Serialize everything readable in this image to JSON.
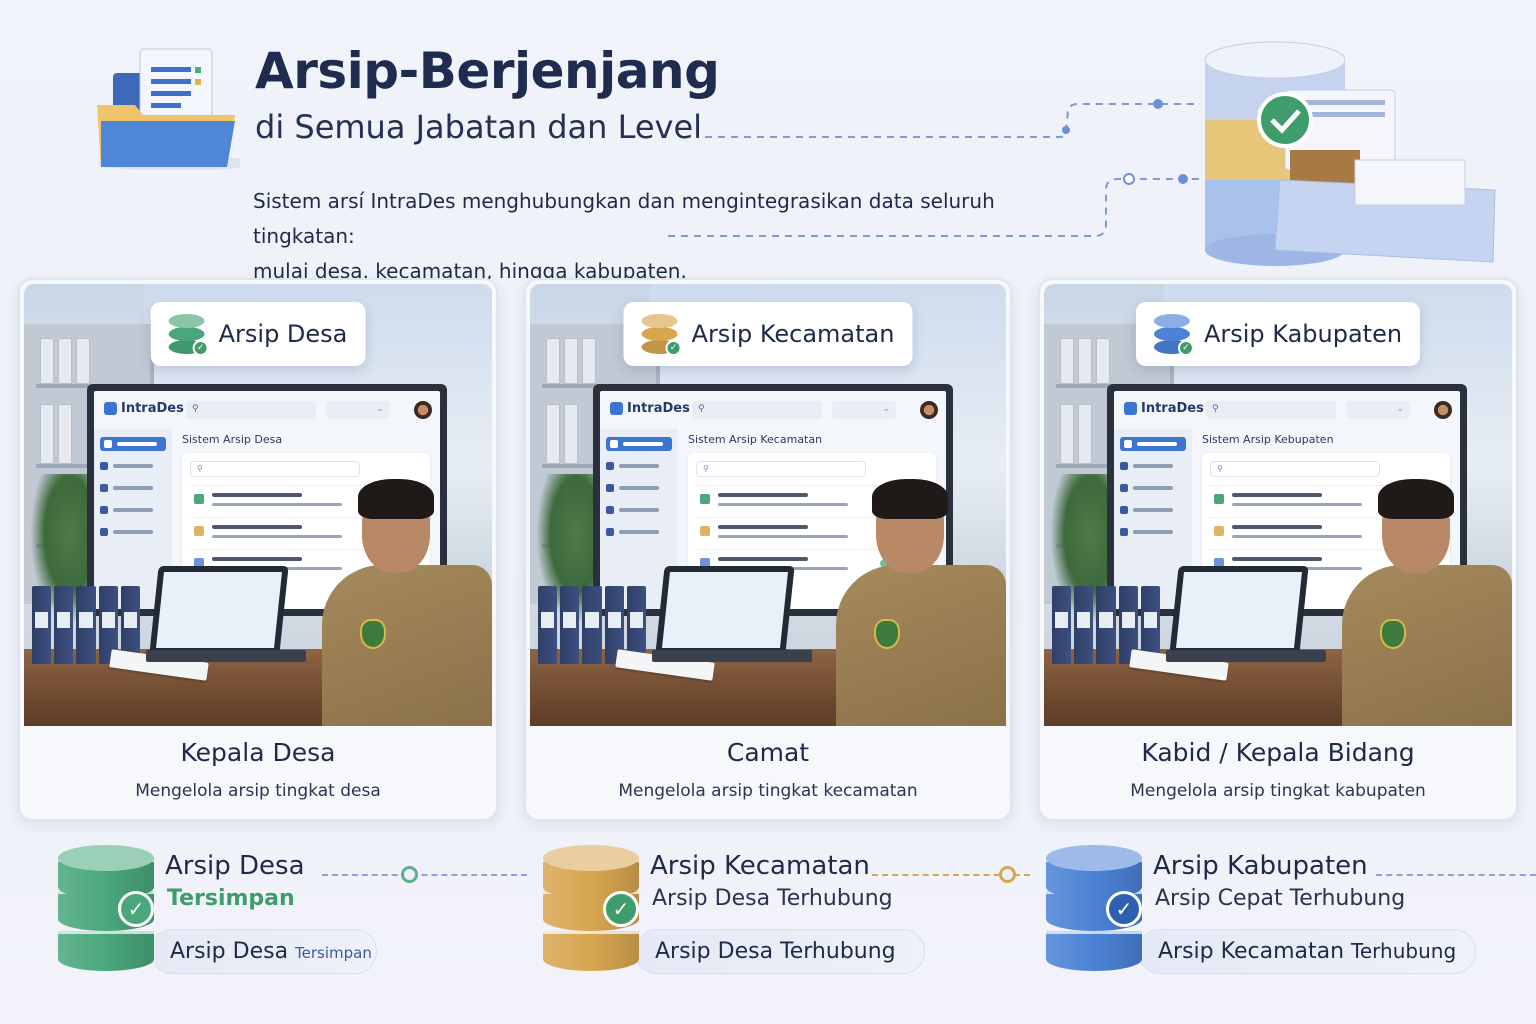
{
  "header": {
    "title": "Arsip-Berjenjang",
    "subtitle": "di Semua Jabatan dan Level",
    "description_line1": "Sistem arsí IntraDes menghubungkan dan mengintegrasikan data seluruh tingkatan:",
    "description_line2": "mulai desa, kecamatan, hingga kabupaten."
  },
  "cards": [
    {
      "badge": "Arsip Desa",
      "title": "Kepala Desa",
      "subtitle": "Mengelola arsip tingkat desa",
      "screen": {
        "brand": "IntraDes",
        "heading": "Sistem Arsip Desa"
      },
      "color": "#4aa77c"
    },
    {
      "badge": "Arsip Kecamatan",
      "title": "Camat",
      "subtitle": "Mengelola arsip tingkat kecamatan",
      "screen": {
        "brand": "IntraDes",
        "heading": "Sistem Arsip Kecamatan"
      },
      "color": "#d8a651"
    },
    {
      "badge": "Arsip Kabupaten",
      "title": "Kabid / Kepala Bidang",
      "subtitle": "Mengelola arsip tingkat kabupaten",
      "screen": {
        "brand": "IntraDes",
        "heading": "Sistem Arsip Kebupaten"
      },
      "color": "#4c82d6"
    }
  ],
  "flow": [
    {
      "title": "Arsip Desa",
      "line2": "Tersimpan",
      "pill_main": "Arsip Desa",
      "pill_small": "Tersimpan",
      "color": "#4aa77c",
      "icon": "check-icon"
    },
    {
      "title": "Arsip Kecamatan",
      "line2": "Arsip Desa Terhubung",
      "pill_main": "Arsip Desa Terhubung",
      "pill_small": "",
      "color": "#d8a651",
      "icon": "check-icon"
    },
    {
      "title": "Arsip Kabupaten",
      "line2": "Arsip Cepat Terhubung",
      "pill_main": "Arsip Kecamatan",
      "pill_small": "Terhubung",
      "color": "#4c82d6",
      "icon": "check-icon"
    }
  ]
}
